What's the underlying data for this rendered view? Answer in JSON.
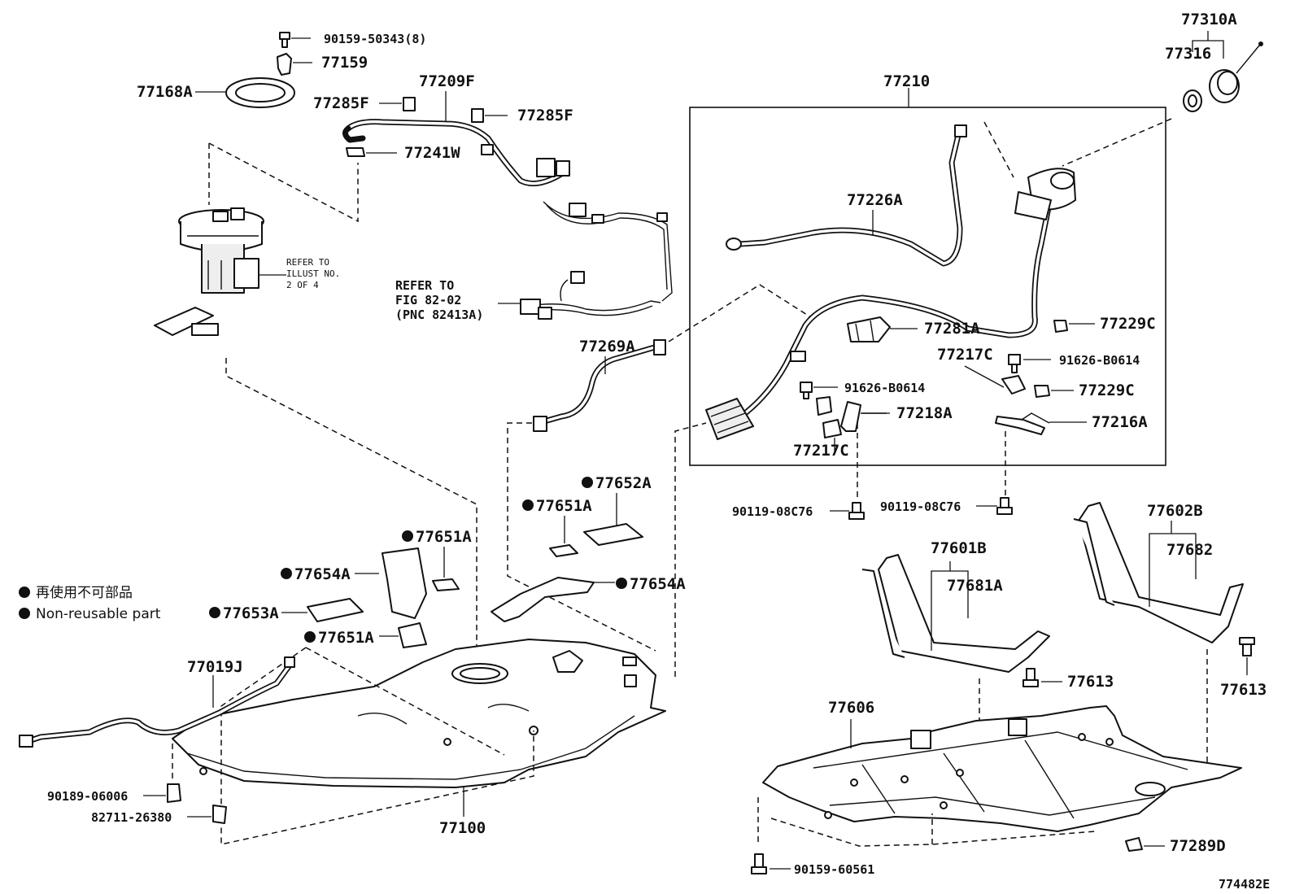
{
  "labels": {
    "p90159_50343": "90159-50343(8)",
    "p77159": "77159",
    "p77168A": "77168A",
    "p77209F": "77209F",
    "p77285F_left": "77285F",
    "p77285F_right": "77285F",
    "p77241W": "77241W",
    "refer_illust_1": "REFER TO",
    "refer_illust_2": "ILLUST NO.",
    "refer_illust_3": "2 OF 4",
    "refer_fig_1": "REFER TO",
    "refer_fig_2": "FIG 82-02",
    "refer_fig_3": "(PNC 82413A)",
    "p77269A": "77269A",
    "p77210": "77210",
    "p77310A": "77310A",
    "p77316": "77316",
    "p77226A": "77226A",
    "p77281A": "77281A",
    "p77229C_top": "77229C",
    "p77217C_top": "77217C",
    "p91626_B0614_right": "91626-B0614",
    "p91626_B0614_mid": "91626-B0614",
    "p77229C_mid": "77229C",
    "p77218A": "77218A",
    "p77216A": "77216A",
    "p77217C_bottom": "77217C",
    "p90119_08C76_left": "90119-08C76",
    "p90119_08C76_right": "90119-08C76",
    "p77652A": "77652A",
    "p77651A_upper": "77651A",
    "p77651A_mid": "77651A",
    "p77654A_left": "77654A",
    "p77654A_right": "77654A",
    "p77653A": "77653A",
    "p77651A_lower": "77651A",
    "p77602B": "77602B",
    "p77682": "77682",
    "p77601B": "77601B",
    "p77681A": "77681A",
    "p77613_mid": "77613",
    "p77613_right": "77613",
    "p77606": "77606",
    "p77019J": "77019J",
    "p90189_06006": "90189-06006",
    "p82711_26380": "82711-26380",
    "p77100": "77100",
    "p77289D": "77289D",
    "p90159_60561": "90159-60561",
    "figure_id": "774482E"
  },
  "legend": {
    "line1": "再使用不可部品",
    "line2": "Non-reusable part"
  },
  "non_reusable_parts": [
    "77652A",
    "77651A",
    "77654A",
    "77653A"
  ]
}
